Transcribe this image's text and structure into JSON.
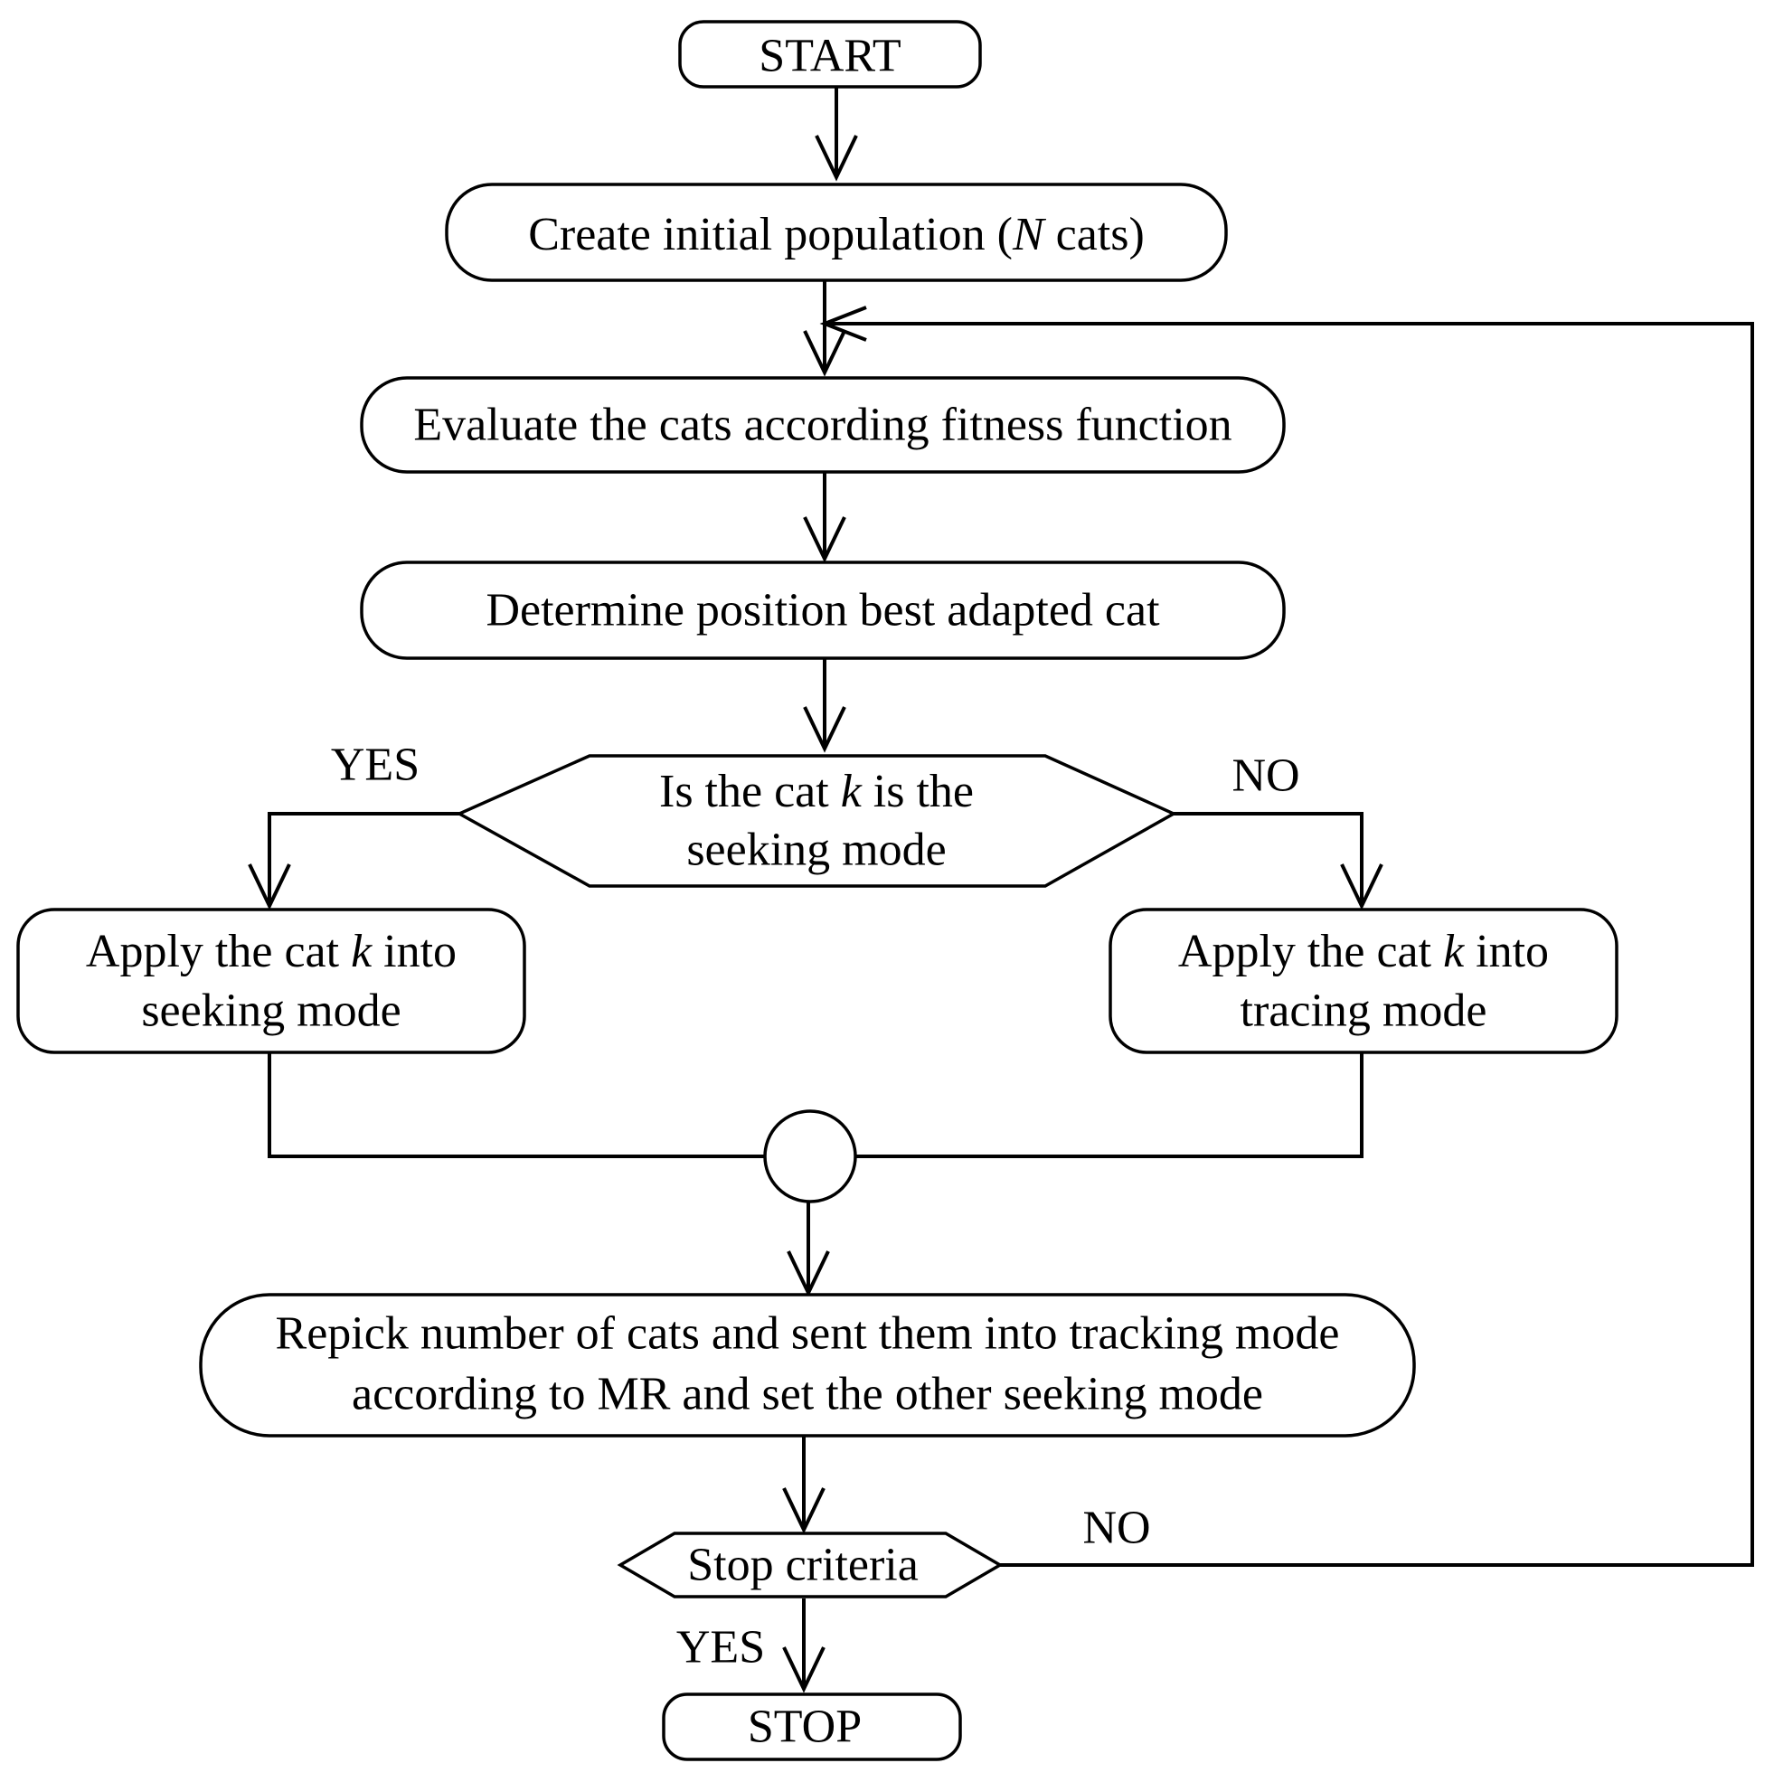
{
  "nodes": {
    "start": "START",
    "create": {
      "pre": "Create initial population (",
      "var": "N",
      "post": " cats)"
    },
    "evaluate": "Evaluate the cats according fitness function",
    "determine": "Determine position best adapted cat",
    "decision": {
      "line1_pre": "Is the cat ",
      "line1_var": "k",
      "line1_post": " is the",
      "line2": "seeking mode"
    },
    "seeking": {
      "line1_pre": "Apply the cat ",
      "line1_var": "k",
      "line1_post": " into",
      "line2": "seeking mode"
    },
    "tracing": {
      "line1_pre": "Apply the cat ",
      "line1_var": "k",
      "line1_post": " into",
      "line2": "tracing mode"
    },
    "repick": {
      "line1": "Repick number of cats and sent them into tracking mode",
      "line2": "according to MR and set the other seeking mode"
    },
    "stop_criteria": "Stop criteria",
    "stop": "STOP"
  },
  "edge_labels": {
    "decision_yes": "YES",
    "decision_no": "NO",
    "criteria_no": "NO",
    "criteria_yes": "YES"
  }
}
